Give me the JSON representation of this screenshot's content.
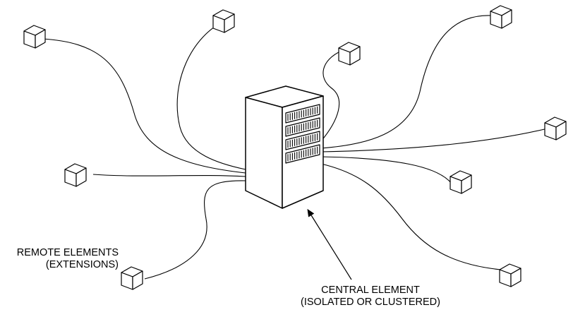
{
  "labels": {
    "remote_line1": "REMOTE ELEMENTS",
    "remote_line2": "(EXTENSIONS)",
    "central_line1": "CENTRAL ELEMENT",
    "central_line2": "(ISOLATED OR CLUSTERED)"
  },
  "diagram": {
    "central_element": "server-rack-icon",
    "remote_element_count": 9,
    "remote_element_icon": "cube-icon",
    "connection_style": "curved-cable",
    "line_color": "#000000",
    "background": "#ffffff"
  }
}
